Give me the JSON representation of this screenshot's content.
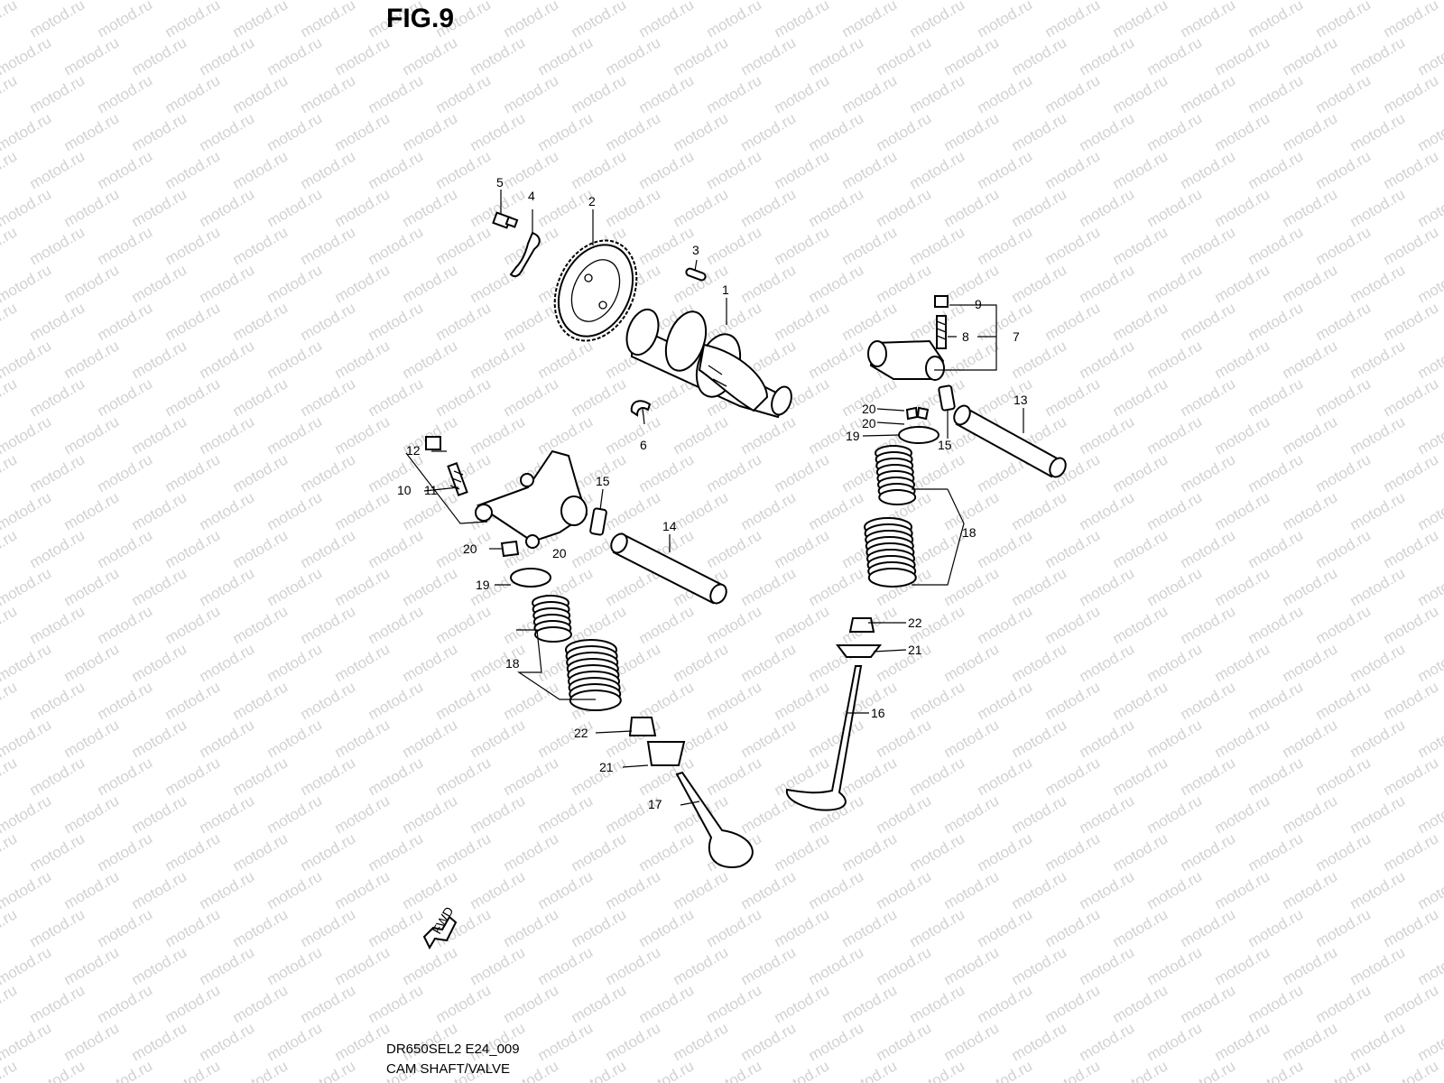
{
  "figure": {
    "title": "FIG.9",
    "code": "DR650SEL2 E24_009",
    "subtitle": "CAM SHAFT/VALVE"
  },
  "watermark": {
    "text": "motod.ru",
    "color": "#d2d2d2"
  },
  "fwd_label": "FWD",
  "callouts": [
    "1",
    "2",
    "3",
    "4",
    "5",
    "6",
    "7",
    "8",
    "9",
    "10",
    "11",
    "12",
    "13",
    "14",
    "15",
    "15",
    "16",
    "17",
    "18",
    "18",
    "19",
    "19",
    "20",
    "20",
    "20",
    "20",
    "21",
    "21",
    "22",
    "22"
  ]
}
